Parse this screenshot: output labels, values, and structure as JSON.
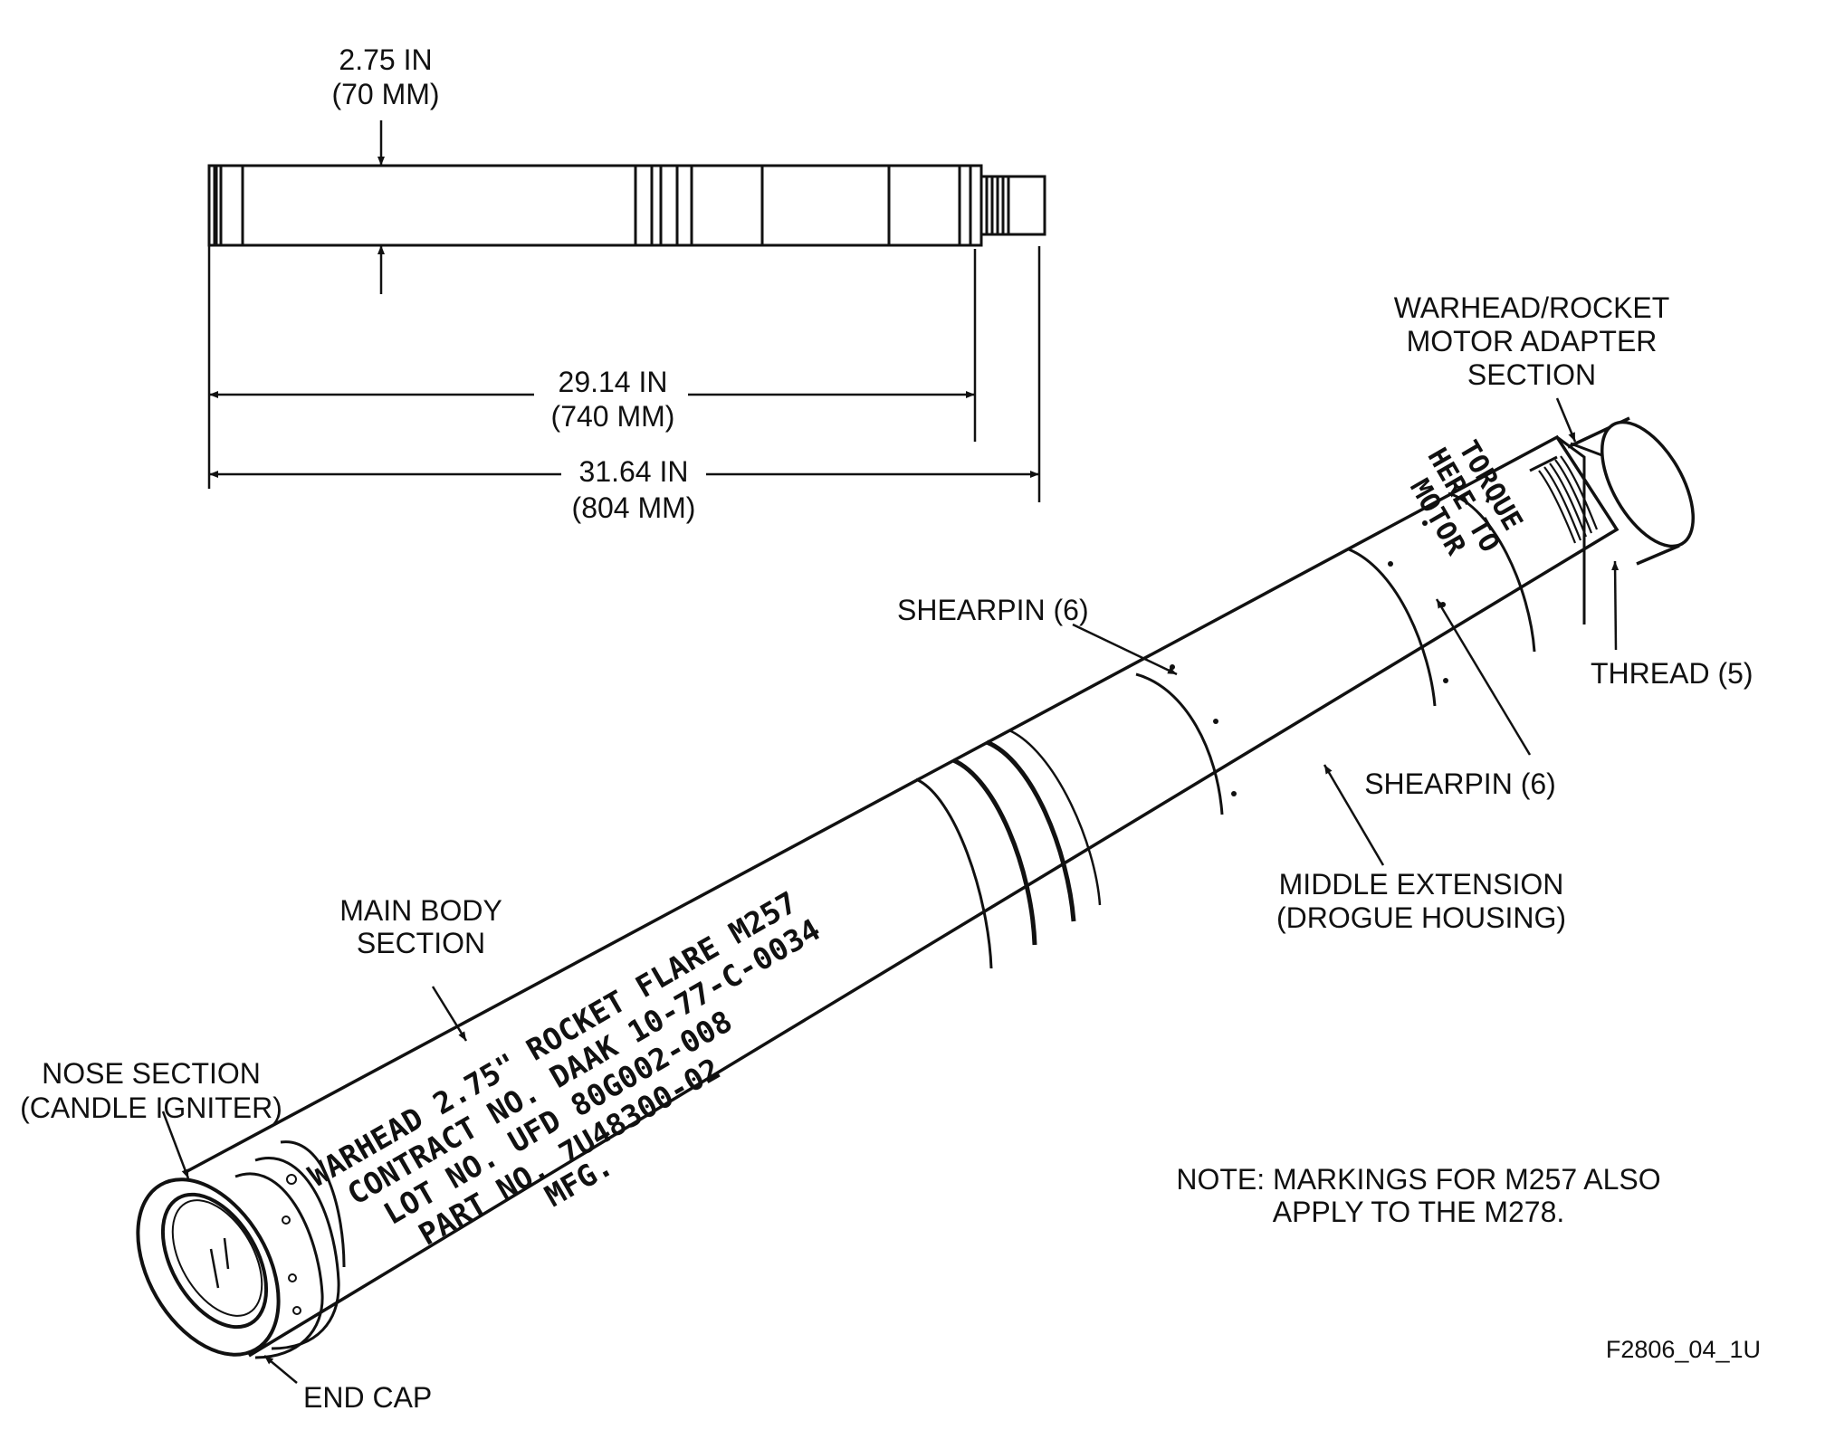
{
  "dimensions": {
    "diameter": [
      "2.75 IN",
      "(70 MM)"
    ],
    "length_body": [
      "29.14 IN",
      "(740 MM)"
    ],
    "length_overall": [
      "31.64 IN",
      "(804 MM)"
    ]
  },
  "labels": {
    "adapter": [
      "WARHEAD/ROCKET",
      "MOTOR ADAPTER",
      "SECTION"
    ],
    "shearpin_upper": "SHEARPIN (6)",
    "shearpin_lower": "SHEARPIN (6)",
    "thread": "THREAD (5)",
    "middle_extension": [
      "MIDDLE EXTENSION",
      "(DROGUE HOUSING)"
    ],
    "main_body": [
      "MAIN BODY",
      "SECTION"
    ],
    "nose": [
      "NOSE SECTION",
      "(CANDLE IGNITER)"
    ],
    "end_cap": "END CAP"
  },
  "body_markings": [
    "WARHEAD 2.75\" ROCKET FLARE M257",
    "CONTRACT NO. DAAK 10-77-C-0034",
    "LOT NO. UFD 80G002-008",
    "PART NO. 7U48300-02",
    "MFG."
  ],
  "torque_marking": [
    "TORQUE",
    "HERE TO",
    "MOTOR"
  ],
  "note": [
    "NOTE: MARKINGS FOR M257 ALSO",
    "APPLY TO THE M278."
  ],
  "figure_id": "F2806_04_1U"
}
